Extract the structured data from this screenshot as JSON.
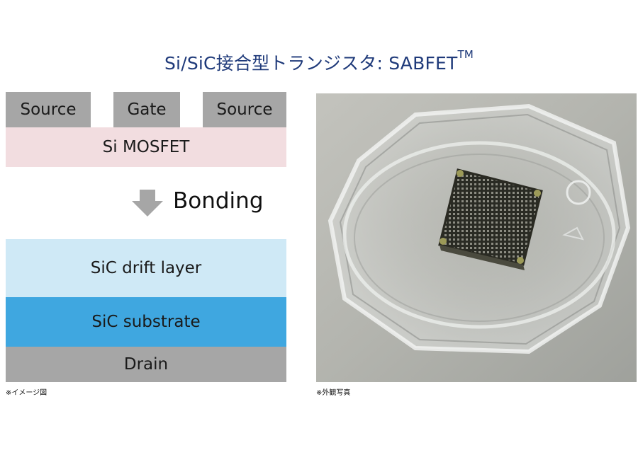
{
  "title": {
    "text": "Si/SiC接合型トランジスタ: SABFET",
    "tm": "TM"
  },
  "diagram": {
    "source_left": "Source",
    "gate": "Gate",
    "source_right": "Source",
    "si_mosfet": "Si MOSFET",
    "bonding": "Bonding",
    "sic_drift": "SiC drift layer",
    "sic_substrate": "SiC substrate",
    "drain": "Drain",
    "caption": "※イメージ図"
  },
  "photo": {
    "caption": "※外観写真"
  },
  "colors": {
    "title": "#1f3a7a",
    "grey": "#a6a6a6",
    "pink": "#f2dde0",
    "light_blue": "#cfe9f6",
    "blue": "#3fa7e0",
    "arrow": "#a6a6a6"
  }
}
